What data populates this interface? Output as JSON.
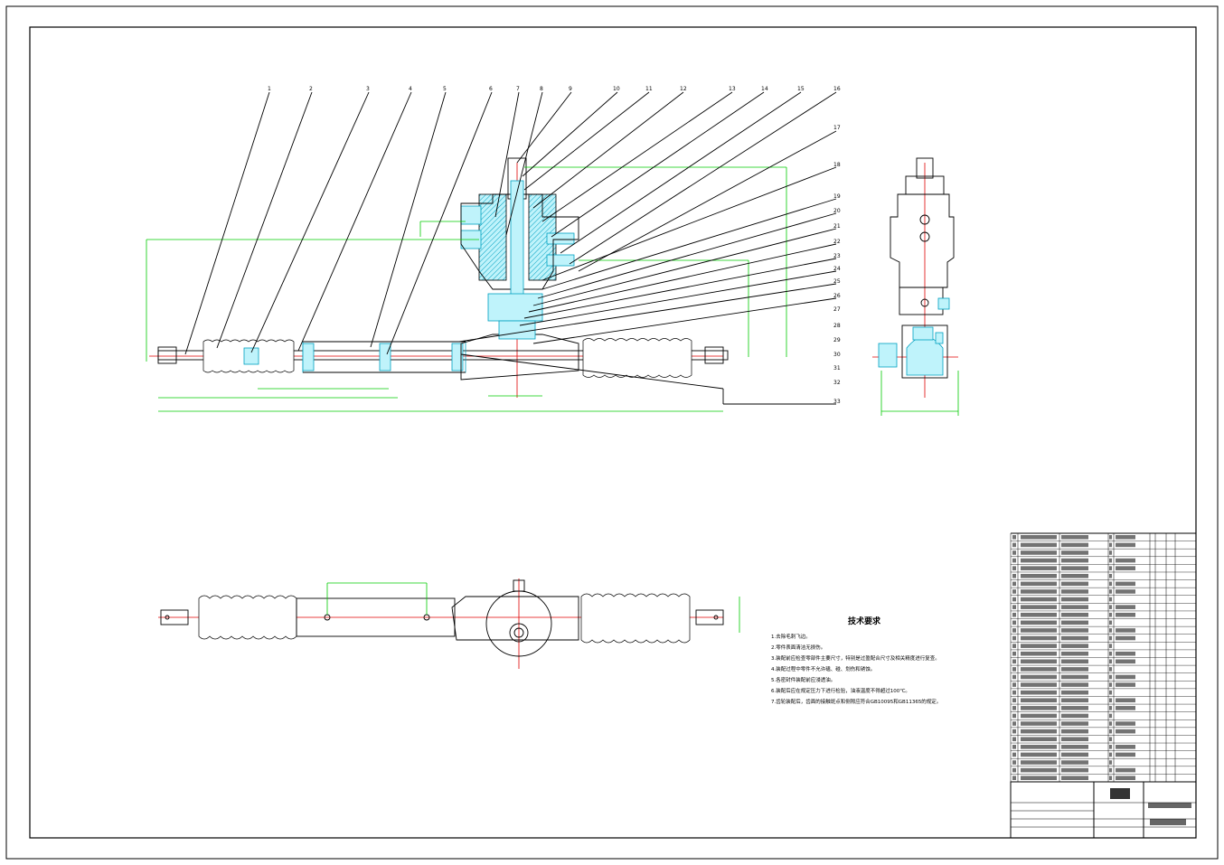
{
  "drawing": {
    "leader_labels_top": [
      "1",
      "2",
      "3",
      "4",
      "5",
      "6",
      "7",
      "8",
      "9",
      "10",
      "11",
      "12",
      "13",
      "14",
      "15",
      "16"
    ],
    "leader_labels_right": [
      "17",
      "18",
      "19",
      "20",
      "21",
      "22",
      "23",
      "24",
      "25",
      "26",
      "27",
      "28",
      "29",
      "30",
      "31",
      "32"
    ],
    "bottom_leader_label": "33",
    "technical_requirements": {
      "title": "技术要求",
      "items": [
        "1.去除毛刺飞边。",
        "2.零件表面清洁无损伤。",
        "3.装配前应检查零部件主要尺寸，特别是过盈配合尺寸及相关精度进行复查。",
        "4.装配过程中零件不允许磕、碰、划伤和锈蚀。",
        "5.各密封件装配前应浸透油。",
        "6.装配后应在规定压力下进行检验，油液温度不得超过100℃。",
        "7.齿轮装配后，齿面的接触斑点和侧隙应符合GB10095和GB11365的规定。"
      ]
    },
    "colors": {
      "border": "#000000",
      "dimension": "#00cc00",
      "centerline": "#e00000",
      "part_fill": "#bff3fb",
      "part_stroke": "#00a0c0"
    }
  }
}
